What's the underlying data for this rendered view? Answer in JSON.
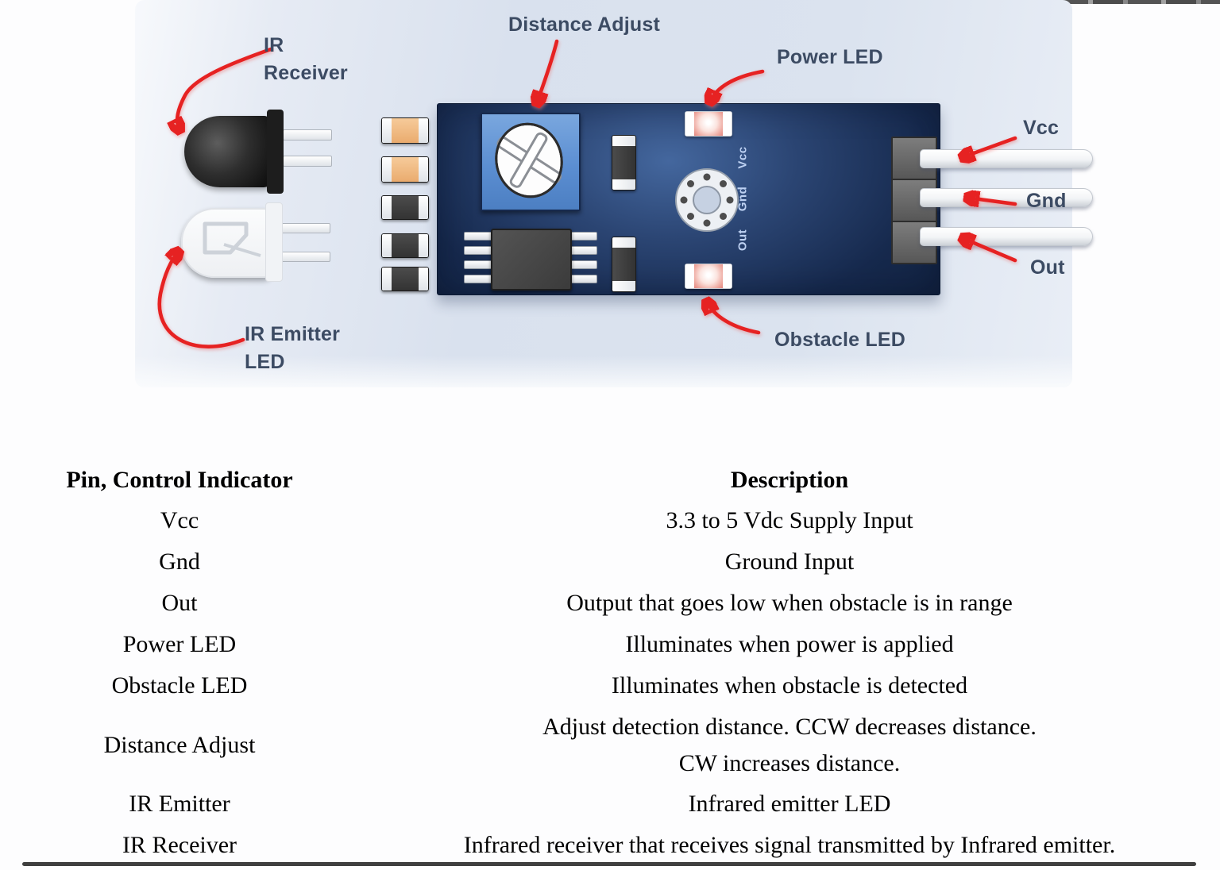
{
  "diagram": {
    "labels": {
      "ir_receiver": "IR\nReceiver",
      "distance_adjust": "Distance Adjust",
      "power_led": "Power LED",
      "vcc": "Vcc",
      "gnd": "Gnd",
      "out": "Out",
      "obstacle_led": "Obstacle LED",
      "ir_emitter": "IR Emitter\nLED"
    },
    "board_pin_labels": [
      "Vcc",
      "Gnd",
      "Out"
    ],
    "colors": {
      "pcb": "#16294d",
      "panel_background": "#dbe3ef",
      "arrow": "#e62222",
      "potentiometer": "#5b8ed2",
      "capacitor": "#eaab6e"
    }
  },
  "table": {
    "headers": [
      "Pin, Control Indicator",
      "Description"
    ],
    "rows": [
      {
        "pin": "Vcc",
        "description": "3.3 to 5 Vdc Supply Input"
      },
      {
        "pin": "Gnd",
        "description": "Ground Input"
      },
      {
        "pin": "Out",
        "description": "Output that goes low when obstacle is in range"
      },
      {
        "pin": "Power LED",
        "description": "Illuminates when power is applied"
      },
      {
        "pin": "Obstacle LED",
        "description": "Illuminates when obstacle is detected"
      },
      {
        "pin": "Distance Adjust",
        "description": "Adjust detection distance. CCW decreases distance.\nCW increases distance."
      },
      {
        "pin": "IR Emitter",
        "description": "Infrared emitter LED"
      },
      {
        "pin": "IR Receiver",
        "description": "Infrared receiver that receives signal transmitted by Infrared emitter."
      }
    ]
  }
}
